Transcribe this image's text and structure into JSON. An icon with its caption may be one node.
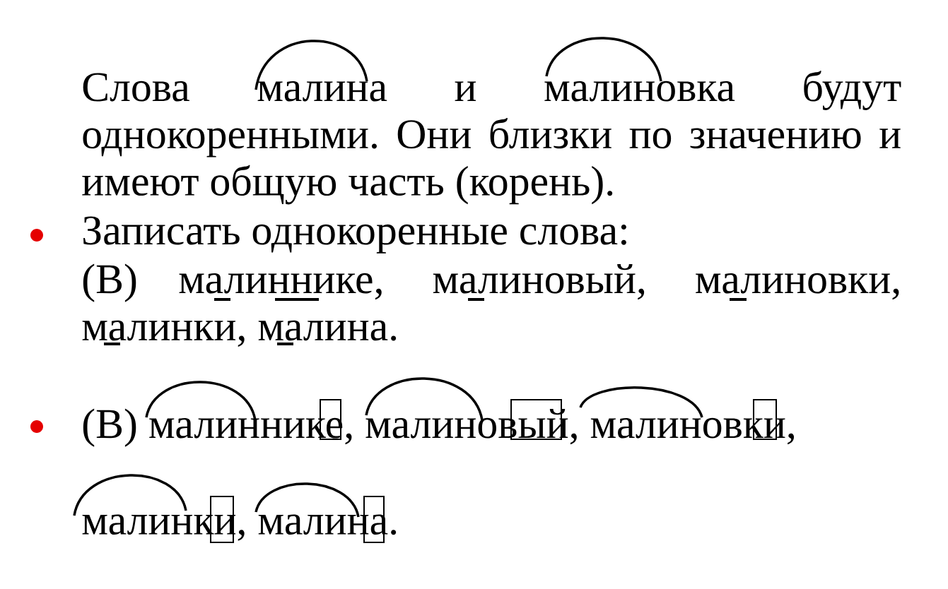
{
  "diagram": {
    "labels": [
      "Слова малина и малиновка будут однокоренными. Они близки по значению и имеют общую часть (корень).",
      "Записать однокоренные слова:",
      "(В) малиннике, малиновый, малиновки, малинки, малина.",
      "(В) малиннике, малиновый, малиновки, малинки, малина."
    ]
  }
}
